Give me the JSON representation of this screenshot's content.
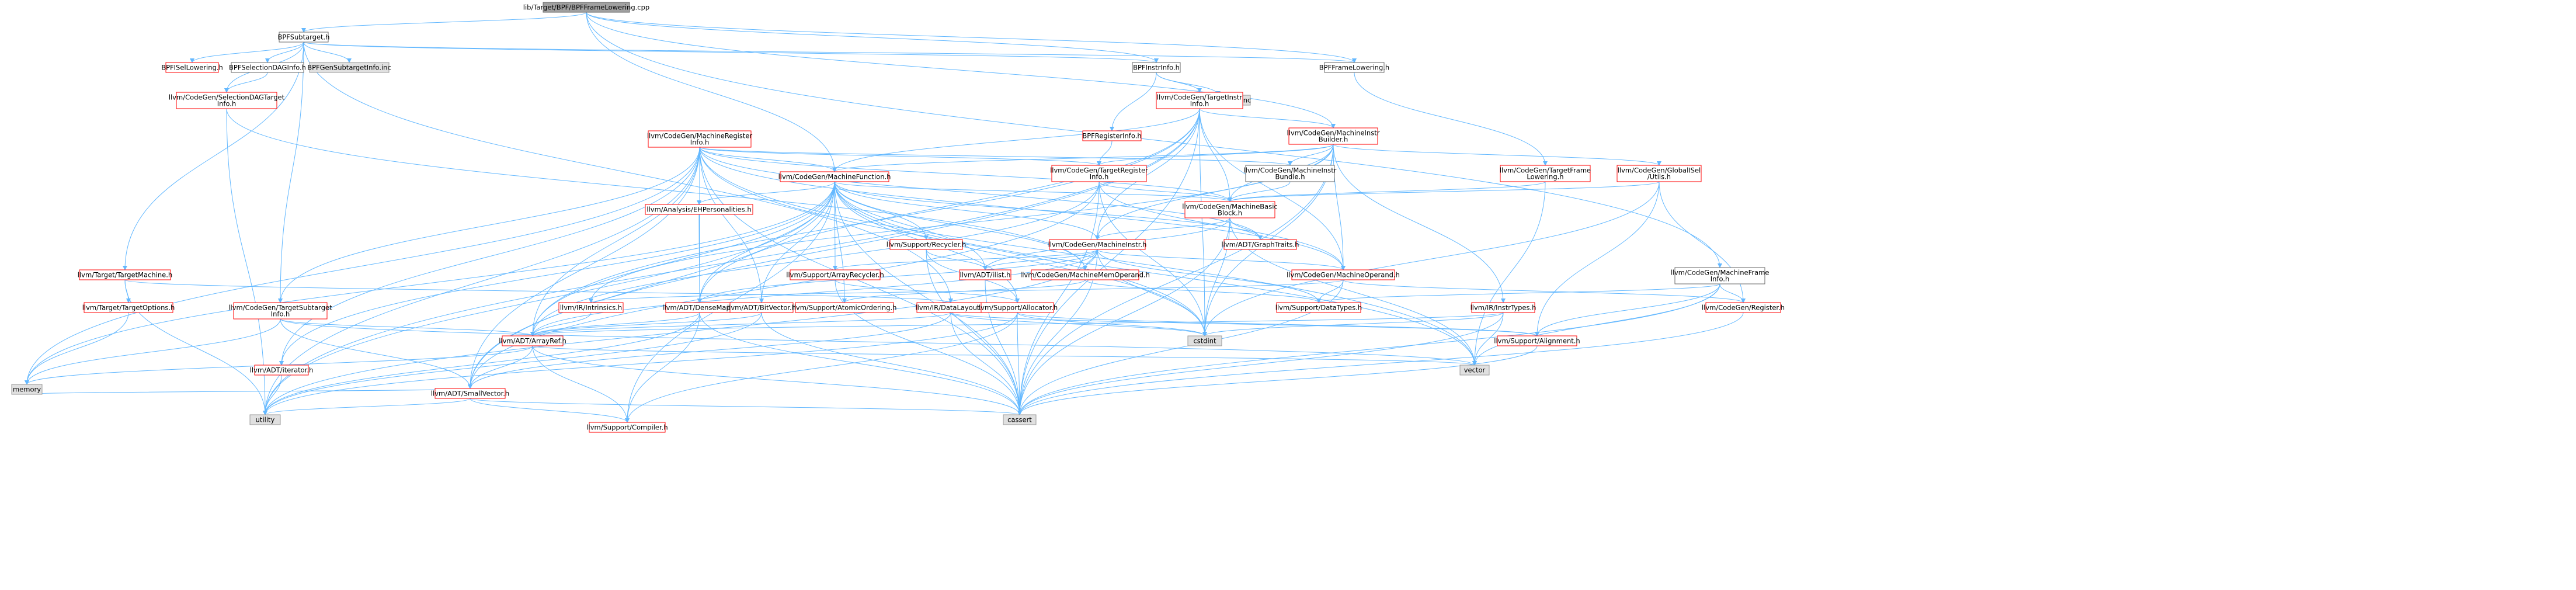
{
  "colors": {
    "root_fill": "#a0a0a0",
    "root_border": "#666666",
    "node_fill": "#ffffff",
    "node_border_hierarchy": "#666666",
    "node_border_incomplete": "#ff0000",
    "external_fill": "#e0e0e0",
    "external_border": "#999999",
    "edge": "#63b8ff",
    "edge_dark": "#2e8bdb"
  },
  "nodes": [
    {
      "id": "root",
      "lines": [
        "lib/Target/BPF/BPFFrameLowering.cpp"
      ],
      "kind": "root"
    },
    {
      "id": "bpfsubtarget",
      "lines": [
        "BPFSubtarget.h"
      ],
      "kind": "hier"
    },
    {
      "id": "bpfinstrinfo",
      "lines": [
        "BPFInstrInfo.h"
      ],
      "kind": "hier"
    },
    {
      "id": "bpfframelowering",
      "lines": [
        "BPFFrameLowering.h"
      ],
      "kind": "hier"
    },
    {
      "id": "bpfisellowering",
      "lines": [
        "BPFISelLowering.h"
      ],
      "kind": "red"
    },
    {
      "id": "bpfselectiondaginfo",
      "lines": [
        "BPFSelectionDAGInfo.h"
      ],
      "kind": "hier"
    },
    {
      "id": "bpfgensubtargetinfo",
      "lines": [
        "BPFGenSubtargetInfo.inc"
      ],
      "kind": "ext"
    },
    {
      "id": "bpfgeninstrinfo",
      "lines": [
        "BPFGenInstrInfo.inc"
      ],
      "kind": "ext"
    },
    {
      "id": "selectiondagtargetinfo",
      "lines": [
        "llvm/CodeGen/SelectionDAGTarget",
        "Info.h"
      ],
      "kind": "red"
    },
    {
      "id": "targetinstrinfo",
      "lines": [
        "llvm/CodeGen/TargetInstr",
        "Info.h"
      ],
      "kind": "red"
    },
    {
      "id": "bpfregisterinfo",
      "lines": [
        "BPFRegisterInfo.h"
      ],
      "kind": "red"
    },
    {
      "id": "machineinstrbuilder",
      "lines": [
        "llvm/CodeGen/MachineInstr",
        "Builder.h"
      ],
      "kind": "red"
    },
    {
      "id": "machineregisterinfo",
      "lines": [
        "llvm/CodeGen/MachineRegister",
        "Info.h"
      ],
      "kind": "red"
    },
    {
      "id": "machinefunction",
      "lines": [
        "llvm/CodeGen/MachineFunction.h"
      ],
      "kind": "red"
    },
    {
      "id": "targetregisterinfo",
      "lines": [
        "llvm/CodeGen/TargetRegister",
        "Info.h"
      ],
      "kind": "red"
    },
    {
      "id": "machineinstrbundle",
      "lines": [
        "llvm/CodeGen/MachineInstr",
        "Bundle.h"
      ],
      "kind": "hier"
    },
    {
      "id": "targetframelowering",
      "lines": [
        "llvm/CodeGen/TargetFrame",
        "Lowering.h"
      ],
      "kind": "red"
    },
    {
      "id": "globalisel",
      "lines": [
        "llvm/CodeGen/GlobalISel",
        "/Utils.h"
      ],
      "kind": "red"
    },
    {
      "id": "machinebasicblock",
      "lines": [
        "llvm/CodeGen/MachineBasic",
        "Block.h"
      ],
      "kind": "red"
    },
    {
      "id": "ehpersonalities",
      "lines": [
        "llvm/Analysis/EHPersonalities.h"
      ],
      "kind": "red"
    },
    {
      "id": "machineinstr",
      "lines": [
        "llvm/CodeGen/MachineInstr.h"
      ],
      "kind": "red"
    },
    {
      "id": "graphtraits",
      "lines": [
        "llvm/ADT/GraphTraits.h"
      ],
      "kind": "red"
    },
    {
      "id": "recycler",
      "lines": [
        "llvm/Support/Recycler.h"
      ],
      "kind": "red"
    },
    {
      "id": "ilist",
      "lines": [
        "llvm/ADT/ilist.h"
      ],
      "kind": "red"
    },
    {
      "id": "machinememoperand",
      "lines": [
        "llvm/CodeGen/MachineMemOperand.h"
      ],
      "kind": "red"
    },
    {
      "id": "machineoperand",
      "lines": [
        "llvm/CodeGen/MachineOperand.h"
      ],
      "kind": "red"
    },
    {
      "id": "arrayrecycler",
      "lines": [
        "llvm/Support/ArrayRecycler.h"
      ],
      "kind": "red"
    },
    {
      "id": "targetmachine",
      "lines": [
        "llvm/Target/TargetMachine.h"
      ],
      "kind": "red"
    },
    {
      "id": "targetoptions",
      "lines": [
        "llvm/Target/TargetOptions.h"
      ],
      "kind": "red"
    },
    {
      "id": "targetsubtargetinfo",
      "lines": [
        "llvm/CodeGen/TargetSubtarget",
        "Info.h"
      ],
      "kind": "red"
    },
    {
      "id": "intrinsics",
      "lines": [
        "llvm/IR/Intrinsics.h"
      ],
      "kind": "red"
    },
    {
      "id": "densemap",
      "lines": [
        "llvm/ADT/DenseMap.h"
      ],
      "kind": "red"
    },
    {
      "id": "bitvector",
      "lines": [
        "llvm/ADT/BitVector.h"
      ],
      "kind": "red"
    },
    {
      "id": "atomicordering",
      "lines": [
        "llvm/Support/AtomicOrdering.h"
      ],
      "kind": "red"
    },
    {
      "id": "datalayout",
      "lines": [
        "llvm/IR/DataLayout.h"
      ],
      "kind": "red"
    },
    {
      "id": "allocator",
      "lines": [
        "llvm/Support/Allocator.h"
      ],
      "kind": "red"
    },
    {
      "id": "datatypes",
      "lines": [
        "llvm/Support/DataTypes.h"
      ],
      "kind": "red"
    },
    {
      "id": "machineframeinfo",
      "lines": [
        "llvm/CodeGen/MachineFrame",
        "Info.h"
      ],
      "kind": "hier"
    },
    {
      "id": "instrtypes",
      "lines": [
        "llvm/IR/InstrTypes.h"
      ],
      "kind": "red"
    },
    {
      "id": "register",
      "lines": [
        "llvm/CodeGen/Register.h"
      ],
      "kind": "red"
    },
    {
      "id": "arrayref",
      "lines": [
        "llvm/ADT/ArrayRef.h"
      ],
      "kind": "red"
    },
    {
      "id": "iterator",
      "lines": [
        "llvm/ADT/iterator.h"
      ],
      "kind": "red"
    },
    {
      "id": "smallvector",
      "lines": [
        "llvm/ADT/SmallVector.h"
      ],
      "kind": "red"
    },
    {
      "id": "alignment",
      "lines": [
        "llvm/Support/Alignment.h"
      ],
      "kind": "red"
    },
    {
      "id": "compiler",
      "lines": [
        "llvm/Support/Compiler.h"
      ],
      "kind": "red"
    },
    {
      "id": "cstdint",
      "lines": [
        "cstdint"
      ],
      "kind": "ext"
    },
    {
      "id": "vector",
      "lines": [
        "vector"
      ],
      "kind": "ext"
    },
    {
      "id": "memory",
      "lines": [
        "memory"
      ],
      "kind": "ext"
    },
    {
      "id": "utility",
      "lines": [
        "utility"
      ],
      "kind": "ext"
    },
    {
      "id": "cassert",
      "lines": [
        "cassert"
      ],
      "kind": "ext"
    }
  ],
  "edges": [
    [
      "root",
      "bpfsubtarget"
    ],
    [
      "root",
      "bpfinstrinfo"
    ],
    [
      "root",
      "bpfframelowering"
    ],
    [
      "root",
      "machinefunction"
    ],
    [
      "root",
      "machineinstrbuilder"
    ],
    [
      "root",
      "machineframeinfo"
    ],
    [
      "bpfsubtarget",
      "bpfframelowering"
    ],
    [
      "bpfsubtarget",
      "bpfinstrinfo"
    ],
    [
      "bpfsubtarget",
      "bpfisellowering"
    ],
    [
      "bpfsubtarget",
      "bpfselectiondaginfo"
    ],
    [
      "bpfsubtarget",
      "bpfgensubtargetinfo"
    ],
    [
      "bpfsubtarget",
      "selectiondagtargetinfo"
    ],
    [
      "bpfsubtarget",
      "targetsubtargetinfo"
    ],
    [
      "bpfsubtarget",
      "targetmachine"
    ],
    [
      "bpfsubtarget",
      "datalayout"
    ],
    [
      "bpfselectiondaginfo",
      "selectiondagtargetinfo"
    ],
    [
      "selectiondagtargetinfo",
      "machinememoperand"
    ],
    [
      "selectiondagtargetinfo",
      "utility"
    ],
    [
      "bpfinstrinfo",
      "bpfregisterinfo"
    ],
    [
      "bpfinstrinfo",
      "targetinstrinfo"
    ],
    [
      "bpfinstrinfo",
      "bpfgeninstrinfo"
    ],
    [
      "bpfframelowering",
      "targetframelowering"
    ],
    [
      "bpfregisterinfo",
      "targetregisterinfo"
    ],
    [
      "targetinstrinfo",
      "machinefunction"
    ],
    [
      "targetinstrinfo",
      "machinebasicblock"
    ],
    [
      "targetinstrinfo",
      "machineinstr"
    ],
    [
      "targetinstrinfo",
      "machineoperand"
    ],
    [
      "targetinstrinfo",
      "arrayref"
    ],
    [
      "targetinstrinfo",
      "densemap"
    ],
    [
      "targetinstrinfo",
      "smallvector"
    ],
    [
      "targetinstrinfo",
      "cstdint"
    ],
    [
      "targetinstrinfo",
      "utility"
    ],
    [
      "targetinstrinfo",
      "cassert"
    ],
    [
      "targetinstrinfo",
      "machineinstrbuilder"
    ],
    [
      "machineinstrbuilder",
      "machinefunction"
    ],
    [
      "machineinstrbuilder",
      "machinebasicblock"
    ],
    [
      "machineinstrbuilder",
      "machineinstrbundle"
    ],
    [
      "machineinstrbuilder",
      "machineinstr"
    ],
    [
      "machineinstrbuilder",
      "machineoperand"
    ],
    [
      "machineinstrbuilder",
      "targetregisterinfo"
    ],
    [
      "machineinstrbuilder",
      "globalisel"
    ],
    [
      "machineinstrbuilder",
      "instrtypes"
    ],
    [
      "machineinstrbuilder",
      "intrinsics"
    ],
    [
      "machineinstrbuilder",
      "cstdint"
    ],
    [
      "machineinstrbuilder",
      "cassert"
    ],
    [
      "machineregisterinfo",
      "machinefunction"
    ],
    [
      "machineregisterinfo",
      "machinebasicblock"
    ],
    [
      "machineregisterinfo",
      "machineinstrbundle"
    ],
    [
      "machineregisterinfo",
      "machineoperand"
    ],
    [
      "machineregisterinfo",
      "targetregisterinfo"
    ],
    [
      "machineregisterinfo",
      "targetsubtargetinfo"
    ],
    [
      "machineregisterinfo",
      "arrayref"
    ],
    [
      "machineregisterinfo",
      "bitvector"
    ],
    [
      "machineregisterinfo",
      "densemap"
    ],
    [
      "machineregisterinfo",
      "smallvector"
    ],
    [
      "machineregisterinfo",
      "memory"
    ],
    [
      "machineregisterinfo",
      "utility"
    ],
    [
      "machineregisterinfo",
      "vector"
    ],
    [
      "machineregisterinfo",
      "cstdint"
    ],
    [
      "machineregisterinfo",
      "cassert"
    ],
    [
      "machineregisterinfo",
      "iterator"
    ],
    [
      "machineregisterinfo",
      "graphtraits"
    ],
    [
      "machinefunction",
      "machinebasicblock"
    ],
    [
      "machinefunction",
      "ehpersonalities"
    ],
    [
      "machinefunction",
      "machineinstr"
    ],
    [
      "machinefunction",
      "graphtraits"
    ],
    [
      "machinefunction",
      "recycler"
    ],
    [
      "machinefunction",
      "ilist"
    ],
    [
      "machinefunction",
      "machinememoperand"
    ],
    [
      "machinefunction",
      "arrayrecycler"
    ],
    [
      "machinefunction",
      "densemap"
    ],
    [
      "machinefunction",
      "bitvector"
    ],
    [
      "machinefunction",
      "atomicordering"
    ],
    [
      "machinefunction",
      "allocator"
    ],
    [
      "machinefunction",
      "arrayref"
    ],
    [
      "machinefunction",
      "smallvector"
    ],
    [
      "machinefunction",
      "compiler"
    ],
    [
      "machinefunction",
      "cstdint"
    ],
    [
      "machinefunction",
      "vector"
    ],
    [
      "machinefunction",
      "memory"
    ],
    [
      "machinefunction",
      "utility"
    ],
    [
      "machinefunction",
      "cassert"
    ],
    [
      "machinefunction",
      "iterator"
    ],
    [
      "targetregisterinfo",
      "machinebasicblock"
    ],
    [
      "targetregisterinfo",
      "arrayref"
    ],
    [
      "targetregisterinfo",
      "smallvector"
    ],
    [
      "targetregisterinfo",
      "cstdint"
    ],
    [
      "targetregisterinfo",
      "cassert"
    ],
    [
      "targetregisterinfo",
      "machineoperand"
    ],
    [
      "machineinstrbundle",
      "machinebasicblock"
    ],
    [
      "targetframelowering",
      "machinebasicblock"
    ],
    [
      "targetframelowering",
      "vector"
    ],
    [
      "globalisel",
      "machinebasicblock"
    ],
    [
      "globalisel",
      "register"
    ],
    [
      "globalisel",
      "alignment"
    ],
    [
      "globalisel",
      "cstdint"
    ],
    [
      "machinebasicblock",
      "machineinstr"
    ],
    [
      "machinebasicblock",
      "graphtraits"
    ],
    [
      "machinebasicblock",
      "ilist"
    ],
    [
      "machinebasicblock",
      "cassert"
    ],
    [
      "machinebasicblock",
      "vector"
    ],
    [
      "machinebasicblock",
      "cstdint"
    ],
    [
      "ehpersonalities",
      "densemap"
    ],
    [
      "machineinstr",
      "machineoperand"
    ],
    [
      "machineinstr",
      "machinememoperand"
    ],
    [
      "machineinstr",
      "ilist"
    ],
    [
      "machineinstr",
      "arrayrecycler"
    ],
    [
      "machineinstr",
      "densemap"
    ],
    [
      "machineinstr",
      "arrayref"
    ],
    [
      "machineinstr",
      "cstdint"
    ],
    [
      "machineinstr",
      "cassert"
    ],
    [
      "machineinstr",
      "utility"
    ],
    [
      "machineinstr",
      "datatypes"
    ],
    [
      "recycler",
      "ilist"
    ],
    [
      "recycler",
      "allocator"
    ],
    [
      "recycler",
      "cassert"
    ],
    [
      "ilist",
      "cassert"
    ],
    [
      "machinememoperand",
      "datatypes"
    ],
    [
      "machinememoperand",
      "atomicordering"
    ],
    [
      "machineoperand",
      "datatypes"
    ],
    [
      "machineoperand",
      "register"
    ],
    [
      "machineoperand",
      "intrinsics"
    ],
    [
      "machineoperand",
      "cassert"
    ],
    [
      "arrayrecycler",
      "allocator"
    ],
    [
      "arrayrecycler",
      "cassert"
    ],
    [
      "targetmachine",
      "targetoptions"
    ],
    [
      "targetmachine",
      "utility"
    ],
    [
      "targetmachine",
      "datalayout"
    ],
    [
      "targetoptions",
      "memory"
    ],
    [
      "targetsubtargetinfo",
      "arrayref"
    ],
    [
      "targetsubtargetinfo",
      "smallvector"
    ],
    [
      "targetsubtargetinfo",
      "memory"
    ],
    [
      "targetsubtargetinfo",
      "vector"
    ],
    [
      "intrinsics",
      "arrayref"
    ],
    [
      "densemap",
      "arrayref"
    ],
    [
      "densemap",
      "compiler"
    ],
    [
      "densemap",
      "cassert"
    ],
    [
      "densemap",
      "utility"
    ],
    [
      "bitvector",
      "arrayref"
    ],
    [
      "bitvector",
      "cassert"
    ],
    [
      "bitvector",
      "utility"
    ],
    [
      "datalayout",
      "arrayref"
    ],
    [
      "datalayout",
      "smallvector"
    ],
    [
      "datalayout",
      "alignment"
    ],
    [
      "datalayout",
      "cassert"
    ],
    [
      "datalayout",
      "cstdint"
    ],
    [
      "allocator",
      "compiler"
    ],
    [
      "allocator",
      "alignment"
    ],
    [
      "allocator",
      "cassert"
    ],
    [
      "allocator",
      "cstdint"
    ],
    [
      "allocator",
      "utility"
    ],
    [
      "machineframeinfo",
      "register"
    ],
    [
      "machineframeinfo",
      "alignment"
    ],
    [
      "machineframeinfo",
      "datatypes"
    ],
    [
      "machineframeinfo",
      "cassert"
    ],
    [
      "machineframeinfo",
      "vector"
    ],
    [
      "instrtypes",
      "arrayref"
    ],
    [
      "instrtypes",
      "cstdint"
    ],
    [
      "instrtypes",
      "vector"
    ],
    [
      "instrtypes",
      "cassert"
    ],
    [
      "register",
      "cassert"
    ],
    [
      "arrayref",
      "smallvector"
    ],
    [
      "arrayref",
      "compiler"
    ],
    [
      "arrayref",
      "memory"
    ],
    [
      "arrayref",
      "vector"
    ],
    [
      "arrayref",
      "cassert"
    ],
    [
      "iterator",
      "utility"
    ],
    [
      "smallvector",
      "compiler"
    ],
    [
      "smallvector",
      "cassert"
    ],
    [
      "smallvector",
      "utility"
    ],
    [
      "smallvector",
      "memory"
    ],
    [
      "alignment",
      "cassert"
    ]
  ]
}
